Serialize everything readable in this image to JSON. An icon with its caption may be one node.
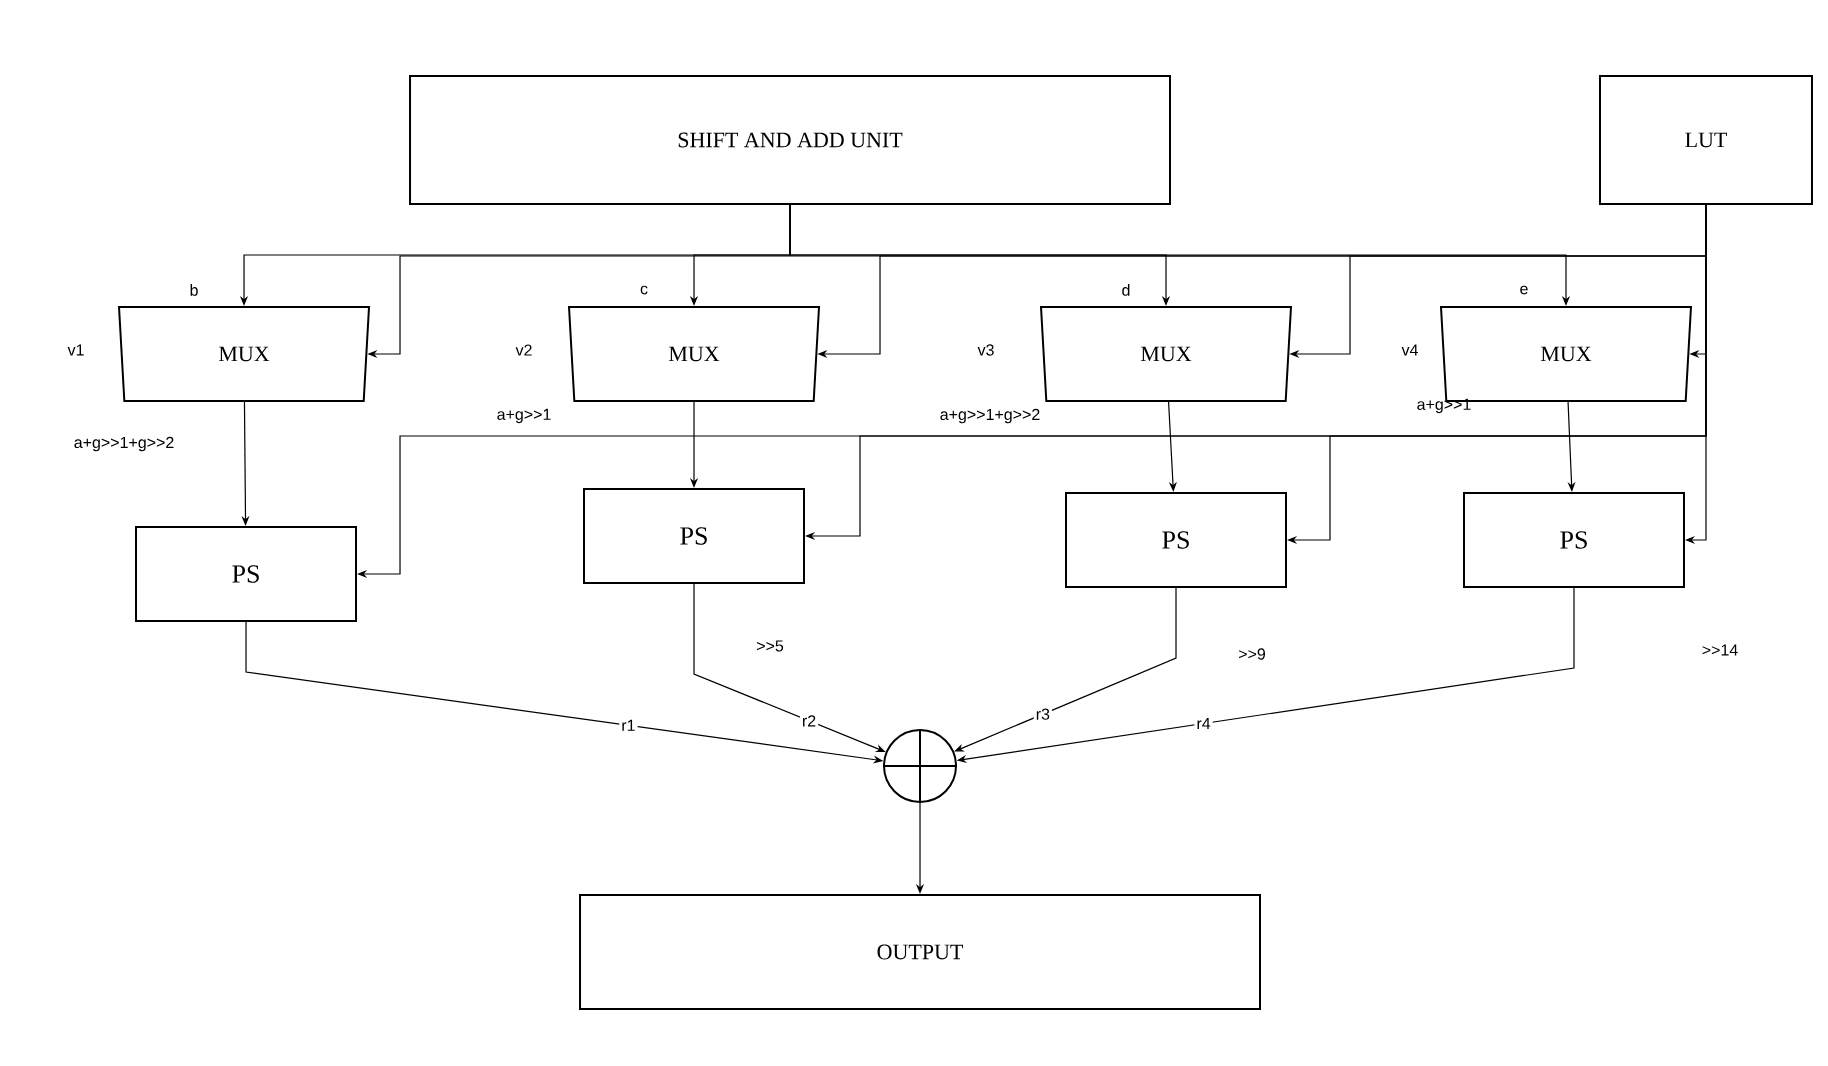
{
  "diagram": {
    "nodes": [
      {
        "text": [
          "SHIFT AND ADD UNIT"
        ]
      },
      {
        "text": [
          "LUT"
        ]
      },
      {
        "text": [
          "MUX"
        ]
      },
      {
        "text": [
          "MUX"
        ]
      },
      {
        "text": [
          "MUX"
        ]
      },
      {
        "text": [
          "MUX"
        ]
      },
      {
        "text": [
          "PS"
        ]
      },
      {
        "text": [
          "PS"
        ]
      },
      {
        "text": [
          "PS"
        ]
      },
      {
        "text": [
          "PS"
        ]
      },
      {
        "text": [],
        "shape": "circle"
      },
      {
        "text": [
          "OUTPUT"
        ]
      }
    ],
    "edges": [
      {
        "from": 0,
        "to": 2,
        "arrow": "to"
      },
      {
        "from": 0,
        "to": 3,
        "arrow": "to"
      },
      {
        "from": 0,
        "to": 4,
        "arrow": "to"
      },
      {
        "from": 0,
        "to": 5,
        "arrow": "to"
      },
      {
        "from": 1,
        "to": 2,
        "arrow": "to"
      },
      {
        "from": 1,
        "to": 3,
        "arrow": "to"
      },
      {
        "from": 1,
        "to": 4,
        "arrow": "to"
      },
      {
        "from": 1,
        "to": 5,
        "arrow": "to"
      },
      {
        "from": 1,
        "to": 6,
        "arrow": "to"
      },
      {
        "from": 1,
        "to": 7,
        "arrow": "to"
      },
      {
        "from": 1,
        "to": 8,
        "arrow": "to"
      },
      {
        "from": 1,
        "to": 9,
        "arrow": "to"
      },
      {
        "from": 2,
        "to": 6,
        "arrow": "to"
      },
      {
        "from": 3,
        "to": 7,
        "arrow": "to"
      },
      {
        "from": 4,
        "to": 8,
        "arrow": "to"
      },
      {
        "from": 5,
        "to": 9,
        "arrow": "to"
      },
      {
        "from": 6,
        "to": 10,
        "arrow": "to",
        "label": "r1"
      },
      {
        "from": 7,
        "to": 10,
        "arrow": "to",
        "label": "r2"
      },
      {
        "from": 8,
        "to": 10,
        "arrow": "to",
        "label": "r3"
      },
      {
        "from": 9,
        "to": 10,
        "arrow": "to",
        "label": "r4"
      },
      {
        "from": 10,
        "to": 11,
        "arrow": "to"
      }
    ],
    "labels": [
      "b",
      "c",
      "d",
      "e",
      "v1",
      "v2",
      "v3",
      "v4",
      "a+g>>1+g>>2",
      "a+g>>1",
      "a+g>>1+g>>2",
      "a+g>>1",
      ">>5",
      ">>9",
      ">>14"
    ]
  }
}
